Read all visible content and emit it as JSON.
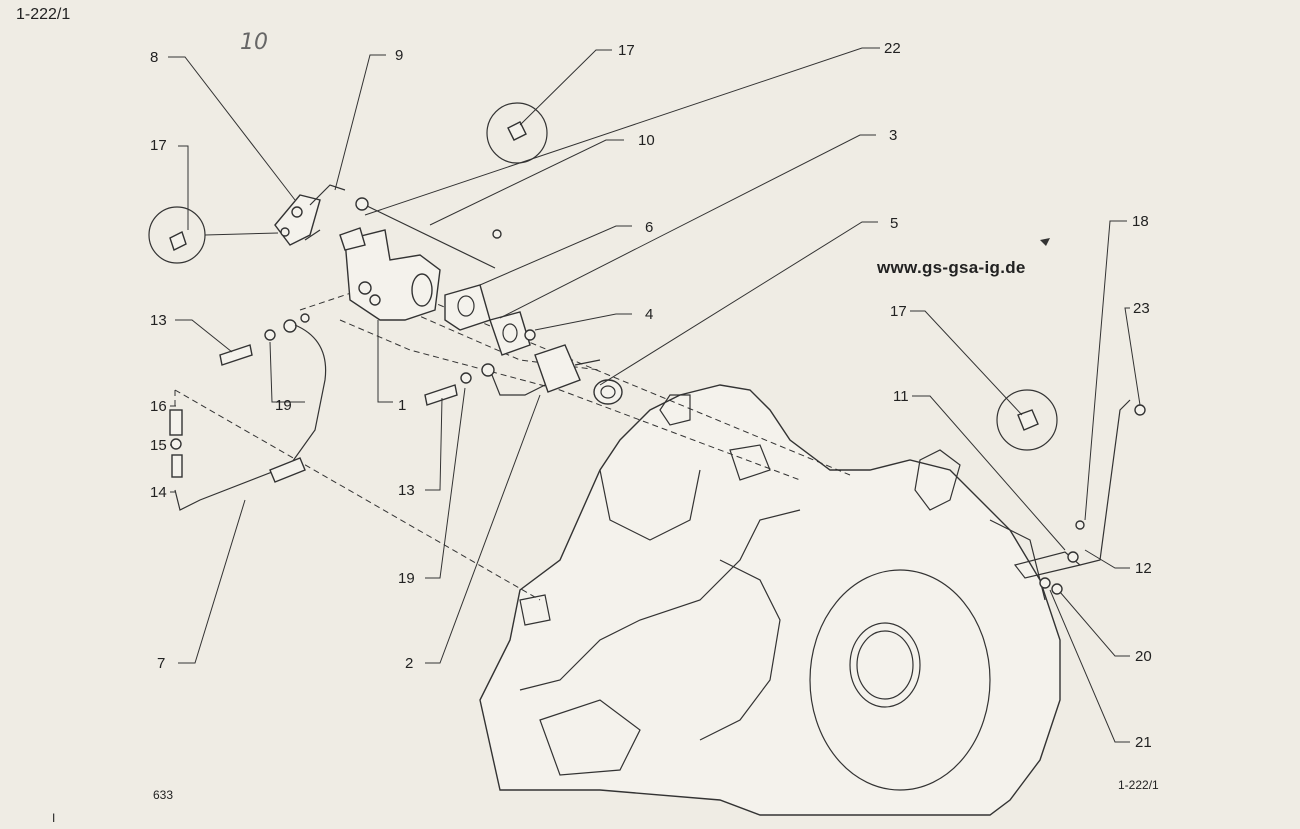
{
  "header": {
    "page_id": "1-222/1",
    "handwritten_note": "10"
  },
  "watermark": {
    "url": "www.gs-gsa-ig.de"
  },
  "footer": {
    "page_number": "633",
    "page_id": "1-222/1",
    "corner_mark": "I"
  },
  "callouts": [
    "8",
    "9",
    "17",
    "22",
    "10",
    "3",
    "6",
    "5",
    "4",
    "1",
    "13",
    "19",
    "16",
    "15",
    "14",
    "7",
    "2",
    "18",
    "23",
    "12",
    "11",
    "20",
    "21"
  ]
}
